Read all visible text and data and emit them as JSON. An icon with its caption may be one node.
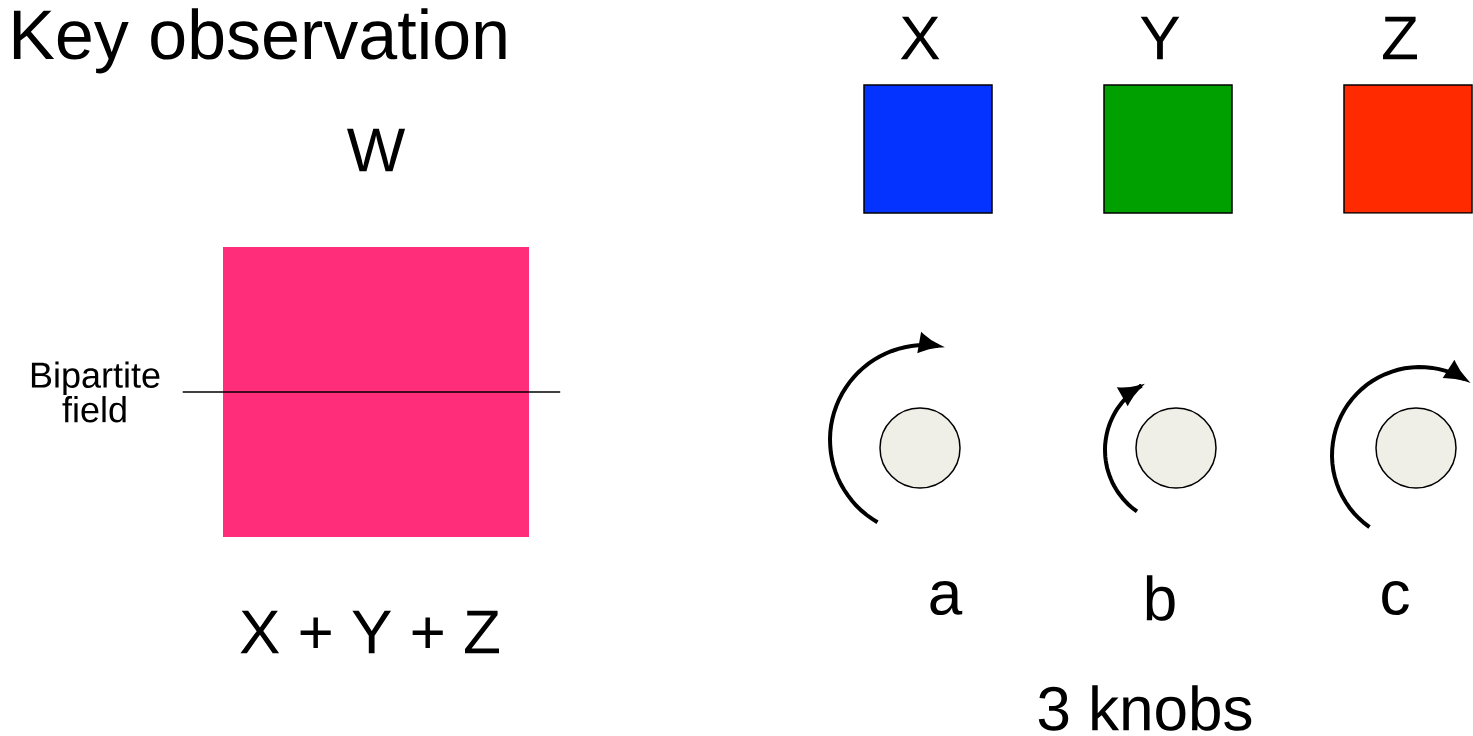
{
  "diagram": {
    "title": "Key observation",
    "nodes": [
      {
        "text": [
          "W"
        ],
        "beside": [
          "X + Y + Z"
        ]
      },
      {
        "text": [
          "Bipartite field"
        ]
      },
      {
        "text": [
          "X"
        ]
      },
      {
        "text": [
          "Y"
        ]
      },
      {
        "text": [
          "Z"
        ]
      },
      {
        "text": [
          "a"
        ]
      },
      {
        "text": [
          "b"
        ]
      },
      {
        "text": [
          "c"
        ]
      }
    ],
    "edges": [
      {
        "from": 1,
        "to": 0,
        "arrow": "none"
      }
    ],
    "labels": [
      "3 knobs"
    ]
  }
}
